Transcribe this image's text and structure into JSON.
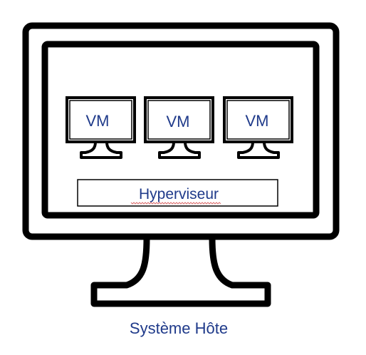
{
  "colors": {
    "outline": "#000000",
    "label_text": "#1f3a8a",
    "spellcheck_underline": "#d04040"
  },
  "vms": [
    {
      "label": "VM"
    },
    {
      "label": "VM"
    },
    {
      "label": "VM"
    }
  ],
  "hypervisor": {
    "label": "Hyperviseur"
  },
  "host": {
    "label": "Système Hôte"
  },
  "icons": {
    "host_monitor": "monitor-icon",
    "vm_monitor": "monitor-icon"
  }
}
